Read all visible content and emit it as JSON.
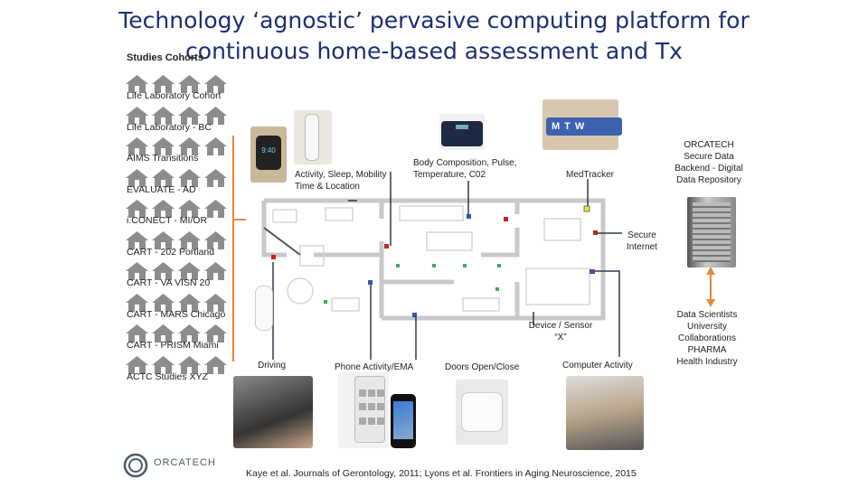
{
  "title": {
    "line1": "Technology ‘agnostic’ pervasive computing platform for",
    "line2": "continuous home-based assessment and Tx"
  },
  "studies_header": "Studies Cohorts",
  "cohorts": [
    "Life Laboratory Cohort",
    "Life Laboratory - BC",
    "AIMS Transitions",
    "EVALUATE - AD",
    "i.CONECT - MI/OR",
    "CART - 202 Portland",
    "CART - VA VISN 20",
    "CART - MARS Chicago",
    "CART - PRISM Miami",
    "ACTC Studies XYZ"
  ],
  "sensors": {
    "activity": "Activity, Sleep, Mobility\nTime & Location",
    "body": "Body Composition, Pulse,\nTemperature, C02",
    "medtracker": "MedTracker",
    "secure_internet": "Secure\nInternet",
    "device_sensor": "Device / Sensor\n“X”",
    "driving": "Driving",
    "phone": "Phone Activity/EMA",
    "doors": "Doors Open/Close",
    "computer": "Computer Activity"
  },
  "orcatech_backend": "ORCATECH\nSecure Data\nBackend - Digital\nData Repository",
  "data_scientists": "Data Scientists\nUniversity\nCollaborations\nPHARMA\nHealth Industry",
  "pill_box_letters": [
    "M",
    "T",
    "W"
  ],
  "watch_text": "9:40",
  "logo_text": "ORCATECH",
  "citation": "Kaye et al. Journals of Gerontology, 2011; Lyons et al. Frontiers in Aging Neuroscience, 2015",
  "colors": {
    "title": "#1b2f72",
    "house": "#8c8c8c",
    "connector": "#e8883a",
    "wire": "#2f3a4a",
    "sensor_red": "#cc2222",
    "sensor_green": "#38b050",
    "sensor_blue": "#2a5caa",
    "sensor_yellow": "#e8e832",
    "sensor_purple": "#6a3f9a"
  }
}
